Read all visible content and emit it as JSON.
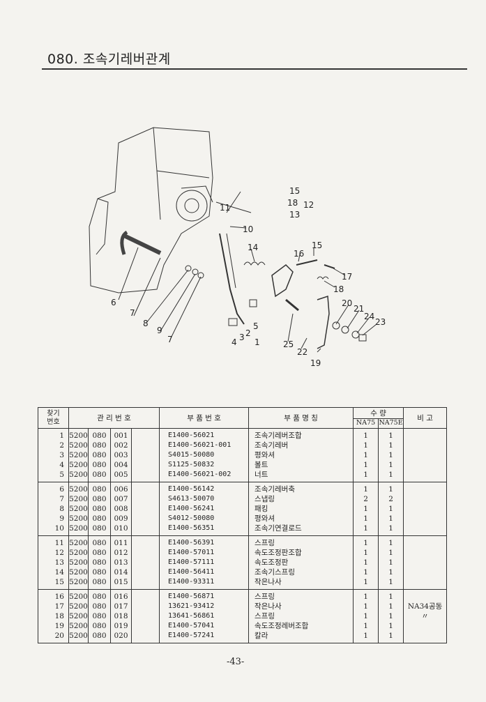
{
  "header": {
    "title": "080. 조속기레버관계"
  },
  "diagram_labels": [
    "1",
    "2",
    "3",
    "4",
    "5",
    "6",
    "7",
    "7",
    "8",
    "9",
    "10",
    "11",
    "12",
    "13",
    "14",
    "15",
    "15",
    "16",
    "17",
    "18",
    "18",
    "19",
    "20",
    "21",
    "22",
    "23",
    "24",
    "25"
  ],
  "table": {
    "headers": {
      "find_no": "찾기\n번호",
      "mgmt_no": "관 리 번 호",
      "part_no": "부 품 번 호",
      "part_name": "부 품 명 칭",
      "qty": "수 량",
      "qty_na75": "NA75",
      "qty_na75e": "NA75E",
      "remarks": "비 고"
    },
    "groups": [
      {
        "rows": [
          {
            "no": "1",
            "c1": "5200",
            "c2": "080",
            "c3": "001",
            "part": "E1400-56021",
            "name": "조속기레버조합",
            "q1": "1",
            "q2": "1",
            "note": ""
          },
          {
            "no": "2",
            "c1": "5200",
            "c2": "080",
            "c3": "002",
            "part": "E1400-56021-001",
            "name": "조속기레버",
            "q1": "1",
            "q2": "1",
            "note": ""
          },
          {
            "no": "3",
            "c1": "5200",
            "c2": "080",
            "c3": "003",
            "part": "S4015-50080",
            "name": "평와셔",
            "q1": "1",
            "q2": "1",
            "note": ""
          },
          {
            "no": "4",
            "c1": "5200",
            "c2": "080",
            "c3": "004",
            "part": "S1125-50832",
            "name": "볼트",
            "q1": "1",
            "q2": "1",
            "note": ""
          },
          {
            "no": "5",
            "c1": "5200",
            "c2": "080",
            "c3": "005",
            "part": "E1400-56021-002",
            "name": "너트",
            "q1": "1",
            "q2": "1",
            "note": ""
          }
        ]
      },
      {
        "rows": [
          {
            "no": "6",
            "c1": "5200",
            "c2": "080",
            "c3": "006",
            "part": "E1400-56142",
            "name": "조속기레버축",
            "q1": "1",
            "q2": "1",
            "note": ""
          },
          {
            "no": "7",
            "c1": "5200",
            "c2": "080",
            "c3": "007",
            "part": "S4613-50070",
            "name": "스냅링",
            "q1": "2",
            "q2": "2",
            "note": ""
          },
          {
            "no": "8",
            "c1": "5200",
            "c2": "080",
            "c3": "008",
            "part": "E1400-56241",
            "name": "패킹",
            "q1": "1",
            "q2": "1",
            "note": ""
          },
          {
            "no": "9",
            "c1": "5200",
            "c2": "080",
            "c3": "009",
            "part": "S4012-50080",
            "name": "평와셔",
            "q1": "1",
            "q2": "1",
            "note": ""
          },
          {
            "no": "10",
            "c1": "5200",
            "c2": "080",
            "c3": "010",
            "part": "E1400-56351",
            "name": "조속기연결로드",
            "q1": "1",
            "q2": "1",
            "note": ""
          }
        ]
      },
      {
        "rows": [
          {
            "no": "11",
            "c1": "5200",
            "c2": "080",
            "c3": "011",
            "part": "E1400-56391",
            "name": "스프링",
            "q1": "1",
            "q2": "1",
            "note": ""
          },
          {
            "no": "12",
            "c1": "5200",
            "c2": "080",
            "c3": "012",
            "part": "E1400-57011",
            "name": "속도조정판조합",
            "q1": "1",
            "q2": "1",
            "note": ""
          },
          {
            "no": "13",
            "c1": "5200",
            "c2": "080",
            "c3": "013",
            "part": "E1400-57111",
            "name": "속도조정판",
            "q1": "1",
            "q2": "1",
            "note": ""
          },
          {
            "no": "14",
            "c1": "5200",
            "c2": "080",
            "c3": "014",
            "part": "E1400-56411",
            "name": "조속기스프링",
            "q1": "1",
            "q2": "1",
            "note": ""
          },
          {
            "no": "15",
            "c1": "5200",
            "c2": "080",
            "c3": "015",
            "part": "E1400-93311",
            "name": "작은나사",
            "q1": "1",
            "q2": "1",
            "note": ""
          }
        ]
      },
      {
        "rows": [
          {
            "no": "16",
            "c1": "5200",
            "c2": "080",
            "c3": "016",
            "part": "E1400-56871",
            "name": "스프링",
            "q1": "1",
            "q2": "1",
            "note": ""
          },
          {
            "no": "17",
            "c1": "5200",
            "c2": "080",
            "c3": "017",
            "part": "13621-93412",
            "name": "작은나사",
            "q1": "1",
            "q2": "1",
            "note": "NA34공동"
          },
          {
            "no": "18",
            "c1": "5200",
            "c2": "080",
            "c3": "018",
            "part": "13641-56861",
            "name": "스프링",
            "q1": "1",
            "q2": "1",
            "note": "〃"
          },
          {
            "no": "19",
            "c1": "5200",
            "c2": "080",
            "c3": "019",
            "part": "E1400-57041",
            "name": "속도조정레버조합",
            "q1": "1",
            "q2": "1",
            "note": ""
          },
          {
            "no": "20",
            "c1": "5200",
            "c2": "080",
            "c3": "020",
            "part": "E1400-57241",
            "name": "칼라",
            "q1": "1",
            "q2": "1",
            "note": ""
          }
        ]
      }
    ]
  },
  "footer": {
    "page": "-43-"
  }
}
